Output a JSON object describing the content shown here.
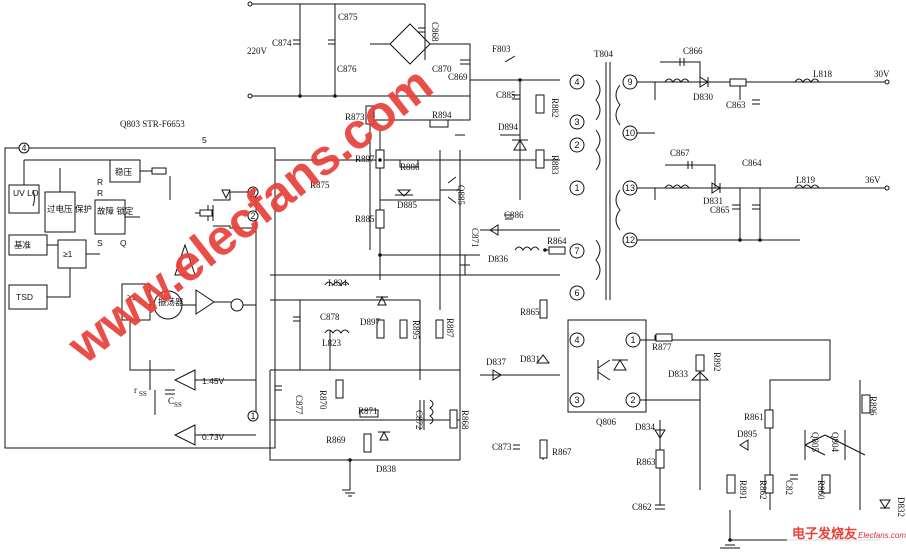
{
  "ic": {
    "name": "Q803 STR-F6653",
    "blocks": {
      "uvlo": "UV LO",
      "ovp": "过电压 保护",
      "reg": "稳压",
      "fault": "故障 锁定",
      "ref": "基准",
      "tsd": "TSD",
      "ge1a": "≥1",
      "ge1b": "≥1",
      "osc": "振荡器"
    },
    "pins": [
      "1",
      "2",
      "3",
      "4",
      "5"
    ],
    "logic": {
      "r1": "R",
      "r2": "R",
      "s": "S",
      "q": "Q"
    },
    "rss": "r",
    "rss_sub": "SS",
    "css": "C",
    "css_sub": "SS",
    "v1": "1.45V",
    "v2": "0.73V"
  },
  "input": {
    "mains": "220V"
  },
  "outputs": {
    "v30": "30V",
    "v36": "36V"
  },
  "transformer": {
    "name": "T804",
    "pins": [
      "1",
      "2",
      "3",
      "4",
      "6",
      "7",
      "9",
      "10",
      "12",
      "13"
    ]
  },
  "optocoupler": {
    "name": "Q806",
    "pins": [
      "1",
      "2",
      "3",
      "4"
    ]
  },
  "components": [
    "C874",
    "C875",
    "C876",
    "C868",
    "C870",
    "C869",
    "F803",
    "R873",
    "R894",
    "R897",
    "R886",
    "C885",
    "R882",
    "D894",
    "R883",
    "R875",
    "D885",
    "Q885",
    "R885",
    "C886",
    "C871",
    "R864",
    "D836",
    "L824",
    "C878",
    "L823",
    "R865",
    "D897",
    "R895",
    "R887",
    "R877",
    "D837",
    "D831",
    "D833",
    "R892",
    "C877",
    "R870",
    "R871",
    "R869",
    "D838",
    "C872",
    "R868",
    "C873",
    "R867",
    "D834",
    "R863",
    "C862",
    "R861",
    "D895",
    "Q805",
    "Q804",
    "R896",
    "R891",
    "R862",
    "C82",
    "R860",
    "D832",
    "C866",
    "D830",
    "C863",
    "L818",
    "C867",
    "C864",
    "D831",
    "C865",
    "L819"
  ],
  "watermark": {
    "main": "www.elecfans.com",
    "footer": "电子发烧友",
    "footer_en": "Elecfans.com"
  }
}
